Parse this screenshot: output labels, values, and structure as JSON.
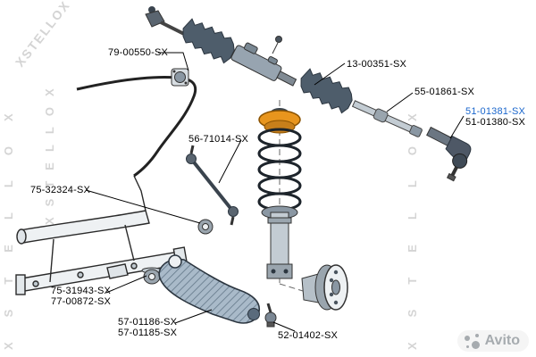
{
  "watermark": {
    "text": "XSTELLOX"
  },
  "labels": [
    {
      "text": "79-00550-SX"
    },
    {
      "text": "13-00351-SX"
    },
    {
      "text": "55-01861-SX"
    },
    {
      "text": "51-01381-SX"
    },
    {
      "text": "51-01380-SX"
    },
    {
      "text": "56-71014-SX"
    },
    {
      "text": "75-32324-SX"
    },
    {
      "text": "75-31943-SX"
    },
    {
      "text": "77-00872-SX"
    },
    {
      "text": "57-01186-SX"
    },
    {
      "text": "57-01185-SX"
    },
    {
      "text": "52-01402-SX"
    }
  ],
  "colors": {
    "label": "#000000",
    "highlighted_label": "#1a66cc",
    "watermark": "#cdcdcd",
    "spring_seat_orange": "#e8951d",
    "boot_gray": "#4e5d6b"
  },
  "footer": {
    "brand_watermark": "Avito"
  }
}
